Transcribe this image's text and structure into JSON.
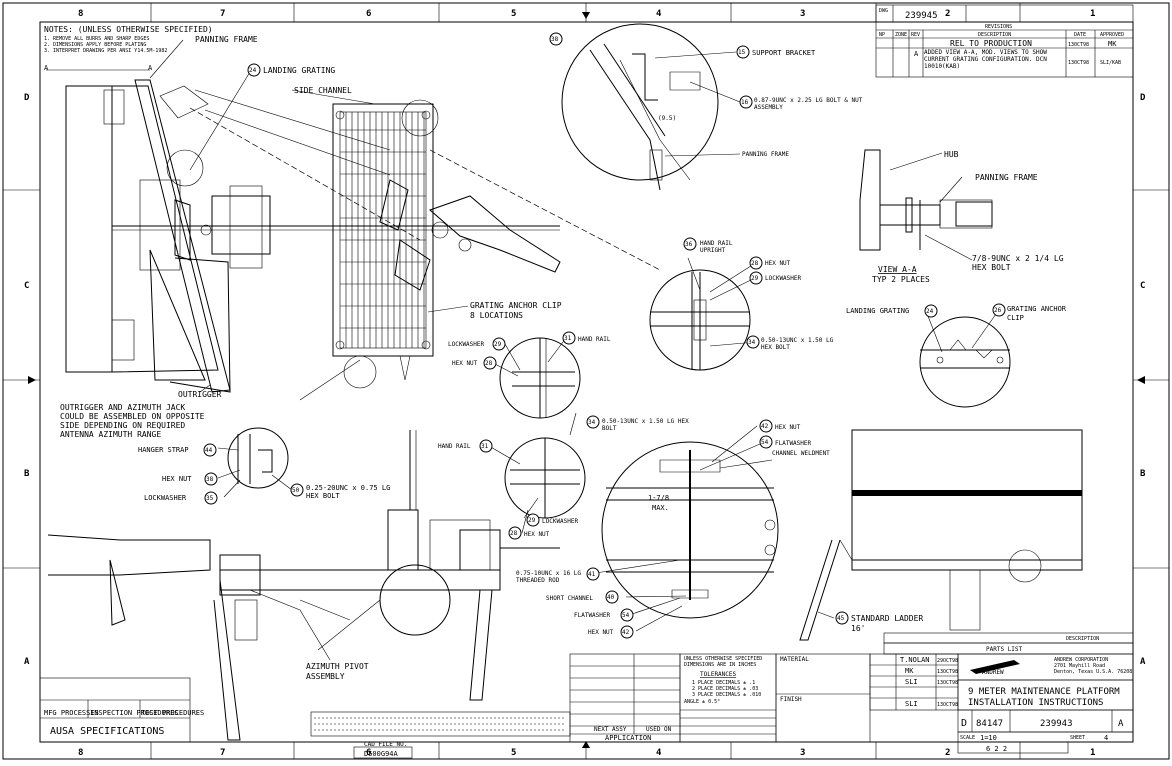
{
  "zones": {
    "columns": [
      "8",
      "7",
      "6",
      "5",
      "4",
      "3",
      "2",
      "1"
    ],
    "rows": [
      "D",
      "C",
      "B",
      "A"
    ]
  },
  "notes": {
    "heading": "NOTES: (UNLESS OTHERWISE SPECIFIED)",
    "lines": [
      "1. REMOVE ALL BURRS AND SHARP EDGES",
      "2. DIMENSIONS APPLY BEFORE PLATING",
      "3. INTERPRET DRAWING PER ANSI Y14.5M-1982"
    ]
  },
  "revision_block": {
    "drawing_no": "239945",
    "heading": "REVISIONS",
    "columns": [
      "NP",
      "ZONE",
      "REV",
      "DESCRIPTION",
      "DATE",
      "APPROVED"
    ],
    "rows": [
      {
        "rev": "",
        "description": "REL TO PRODUCTION",
        "date": "130CT98",
        "approved": "MK"
      },
      {
        "rev": "A",
        "description": "ADDED VIEW A-A, MOD. VIEWS TO SHOW CURRENT GRATING CONFIGURATION. DCN 10010(KAB)",
        "date": "130CT98",
        "approved": "SLI/KAB"
      }
    ]
  },
  "callouts": {
    "panning_frame": "PANNING FRAME",
    "landing_grating": "LANDING GRATING",
    "landing_grating_no": "24",
    "side_channel": "SIDE CHANNEL",
    "support_bracket": "SUPPORT BRACKET",
    "support_bracket_no": "15",
    "bolt_nut_assy": "0.87-9UNC x 2.25 LG BOLT & NUT ASSEMBLY",
    "bolt_nut_assy_no": "16",
    "detail_dim": "(9.5)",
    "panning_frame_detail": "PANNING FRAME",
    "ref_38": "38",
    "hub": "HUB",
    "panning_frame_view": "PANNING FRAME",
    "view_bolt": "7/8-9UNC x 2 1/4 LG HEX BOLT",
    "view_title": "VIEW A-A",
    "view_sub": "TYP 2 PLACES",
    "hand_rail_upright": "HAND RAIL UPRIGHT",
    "hand_rail_upright_no": "36",
    "hex_nut_top": "HEX NUT",
    "hex_nut_top_no": "28",
    "lockwasher_top": "LOCKWASHER",
    "lockwasher_top_no": "29",
    "hex_bolt_050": "0.50-13UNC x 1.50 LG HEX BOLT",
    "hex_bolt_050_no": "34",
    "grating_anchor_clip": "GRATING ANCHOR CLIP",
    "grating_anchor_clip_sub": "8 LOCATIONS",
    "lockwasher_mid": "LOCKWASHER",
    "lockwasher_mid_no": "29",
    "hand_rail": "HAND RAIL",
    "hand_rail_no": "31",
    "hex_nut_mid": "HEX NUT",
    "hex_nut_mid_no": "28",
    "landing_grating_r": "LANDING GRATING",
    "landing_grating_r_no": "24",
    "grating_anchor_clip_r": "GRATING ANCHOR CLIP",
    "grating_anchor_clip_r_no": "26",
    "outrigger": "OUTRIGGER",
    "outrigger_note": [
      "OUTRIGGER AND AZIMUTH JACK",
      "COULD BE ASSEMBLED ON OPPOSITE",
      "SIDE DEPENDING ON REQUIRED",
      "ANTENNA AZIMUTH RANGE"
    ],
    "hanger_strap": "HANGER STRAP",
    "hanger_strap_no": "44",
    "hex_nut_left": "HEX NUT",
    "hex_nut_left_no": "38",
    "lockwasher_left": "LOCKWASHER",
    "lockwasher_left_no": "35",
    "hex_bolt_025": "0.25-20UNC x 0.75 LG HEX BOLT",
    "hex_bolt_025_no": "50",
    "hex_bolt_mid": "0.50-13UNC x 1.50 LG HEX BOLT",
    "hex_bolt_mid_no": "34",
    "hand_rail_b": "HAND RAIL",
    "hand_rail_b_no": "31",
    "lockwasher_b": "LOCKWASHER",
    "lockwasher_b_no": "29",
    "hex_nut_b": "HEX NUT",
    "hex_nut_b_no": "28",
    "hex_nut_ch": "HEX NUT",
    "hex_nut_ch_no": "42",
    "flatwasher_ch": "FLATWASHER",
    "flatwasher_ch_no": "54",
    "channel_weldment": "CHANNEL WELDMENT",
    "dim_max": "1-7/8",
    "dim_max_sub": "MAX.",
    "threaded_rod": "0.75-10UNC x 16 LG THREADED ROD",
    "threaded_rod_no": "41",
    "short_channel": "SHORT CHANNEL",
    "short_channel_no": "40",
    "flatwasher_b": "FLATWASHER",
    "flatwasher_b_no": "54",
    "hex_nut_bot": "HEX NUT",
    "hex_nut_bot_no": "42",
    "standard_ladder": "STANDARD LADDER",
    "standard_ladder_sub": "16'",
    "standard_ladder_no": "45",
    "azimuth_pivot": "AZIMUTH PIVOT",
    "azimuth_pivot_sub": "ASSEMBLY"
  },
  "title_block": {
    "tol_heading": "UNLESS OTHERWISE SPECIFIED",
    "tol_sub": "DIMENSIONS ARE IN INCHES",
    "tol_title": "TOLERANCES",
    "tol_lines": [
      "1 PLACE DECIMALS ± .1",
      "2 PLACE DECIMALS ± .03",
      "3 PLACE DECIMALS ± .010",
      "ANGLE ± 0.5°"
    ],
    "material": "MATERIAL",
    "finish": "FINISH",
    "next_assy": "NEXT ASSY",
    "used_on": "USED ON",
    "application": "APPLICATION",
    "drawn": "T.NOLAN",
    "drawn_date": "29OCT98",
    "checked": "MK",
    "checked_date": "13OCT98",
    "approved": "SLI",
    "approved_date": "13OCT98",
    "approved2": "SLI",
    "approved2_date": "13OCT98",
    "company": "ANDREW CORPORATION",
    "company_addr": [
      "2701 Mayhill Road",
      "Denton, Texas U.S.A. 76208"
    ],
    "logo": "ANDREW",
    "title_lines": [
      "9 METER MAINTENANCE PLATFORM",
      "INSTALLATION INSTRUCTIONS"
    ],
    "size": "D",
    "fscm": "84147",
    "dwg_no": "239943",
    "rev": "A",
    "scale": "1=10",
    "sheet": "4",
    "parts_list": "PARTS LIST",
    "description": "DESCRIPTION",
    "cad_label": "CAD FILE NO.",
    "cad_file": "D500G94A",
    "specs_headers": [
      "MFG PROCESSES",
      "INSPECTION PROCEDURES",
      "TEST PROCEDURES"
    ],
    "specs_title": "AUSA SPECIFICATIONS",
    "rel_file": "6 2 2"
  }
}
